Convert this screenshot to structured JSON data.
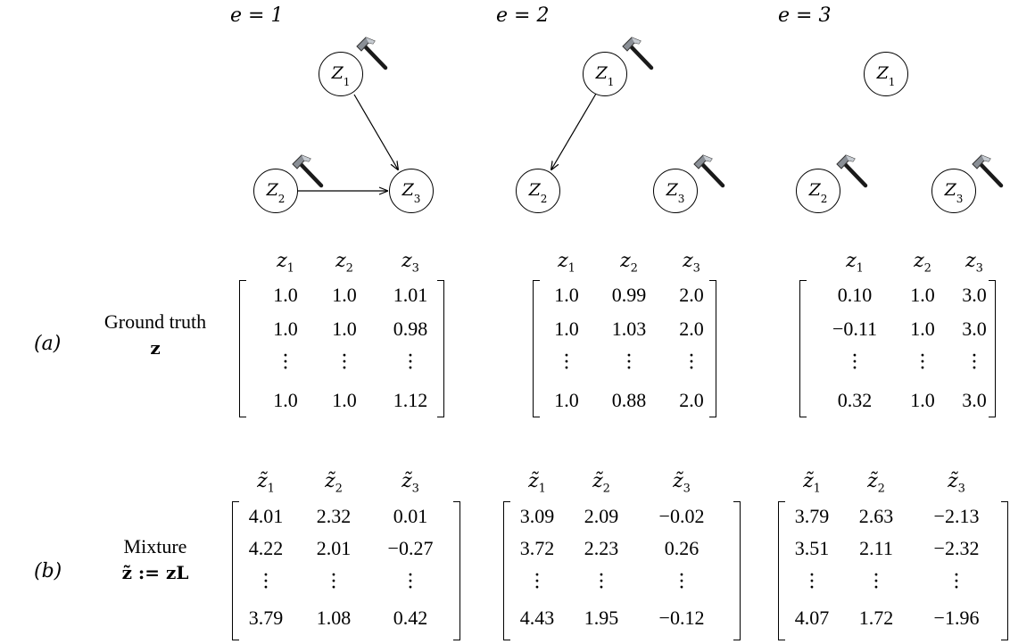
{
  "environments": [
    {
      "label": "e = 1",
      "nodes": [
        "Z1",
        "Z2",
        "Z3"
      ],
      "hammer_nodes": [
        "Z1",
        "Z2"
      ],
      "edges": [
        [
          "Z1",
          "Z3"
        ],
        [
          "Z2",
          "Z3"
        ]
      ]
    },
    {
      "label": "e = 2",
      "nodes": [
        "Z1",
        "Z2",
        "Z3"
      ],
      "hammer_nodes": [
        "Z1",
        "Z3"
      ],
      "edges": [
        [
          "Z1",
          "Z2"
        ]
      ]
    },
    {
      "label": "e = 3",
      "nodes": [
        "Z1",
        "Z2",
        "Z3"
      ],
      "hammer_nodes": [
        "Z2",
        "Z3"
      ],
      "edges": []
    }
  ],
  "row_a": {
    "tag": "(a)",
    "title": "Ground truth",
    "symbol": "z",
    "columns": [
      "z1",
      "z2",
      "z3"
    ],
    "matrices": [
      [
        [
          "1.0",
          "1.0",
          "1.01"
        ],
        [
          "1.0",
          "1.0",
          "0.98"
        ],
        [
          "⋮",
          "⋮",
          "⋮"
        ],
        [
          "1.0",
          "1.0",
          "1.12"
        ]
      ],
      [
        [
          "1.0",
          "0.99",
          "2.0"
        ],
        [
          "1.0",
          "1.03",
          "2.0"
        ],
        [
          "⋮",
          "⋮",
          "⋮"
        ],
        [
          "1.0",
          "0.88",
          "2.0"
        ]
      ],
      [
        [
          "0.10",
          "1.0",
          "3.0"
        ],
        [
          "−0.11",
          "1.0",
          "3.0"
        ],
        [
          "⋮",
          "⋮",
          "⋮"
        ],
        [
          "0.32",
          "1.0",
          "3.0"
        ]
      ]
    ]
  },
  "row_b": {
    "tag": "(b)",
    "title": "Mixture",
    "symbol": "z̃ := zL",
    "columns": [
      "z̃1",
      "z̃2",
      "z̃3"
    ],
    "matrices": [
      [
        [
          "4.01",
          "2.32",
          "0.01"
        ],
        [
          "4.22",
          "2.01",
          "−0.27"
        ],
        [
          "⋮",
          "⋮",
          "⋮"
        ],
        [
          "3.79",
          "1.08",
          "0.42"
        ]
      ],
      [
        [
          "3.09",
          "2.09",
          "−0.02"
        ],
        [
          "3.72",
          "2.23",
          "0.26"
        ],
        [
          "⋮",
          "⋮",
          "⋮"
        ],
        [
          "4.43",
          "1.95",
          "−0.12"
        ]
      ],
      [
        [
          "3.79",
          "2.63",
          "−2.13"
        ],
        [
          "3.51",
          "2.11",
          "−2.32"
        ],
        [
          "⋮",
          "⋮",
          "⋮"
        ],
        [
          "4.07",
          "1.72",
          "−1.96"
        ]
      ]
    ]
  }
}
